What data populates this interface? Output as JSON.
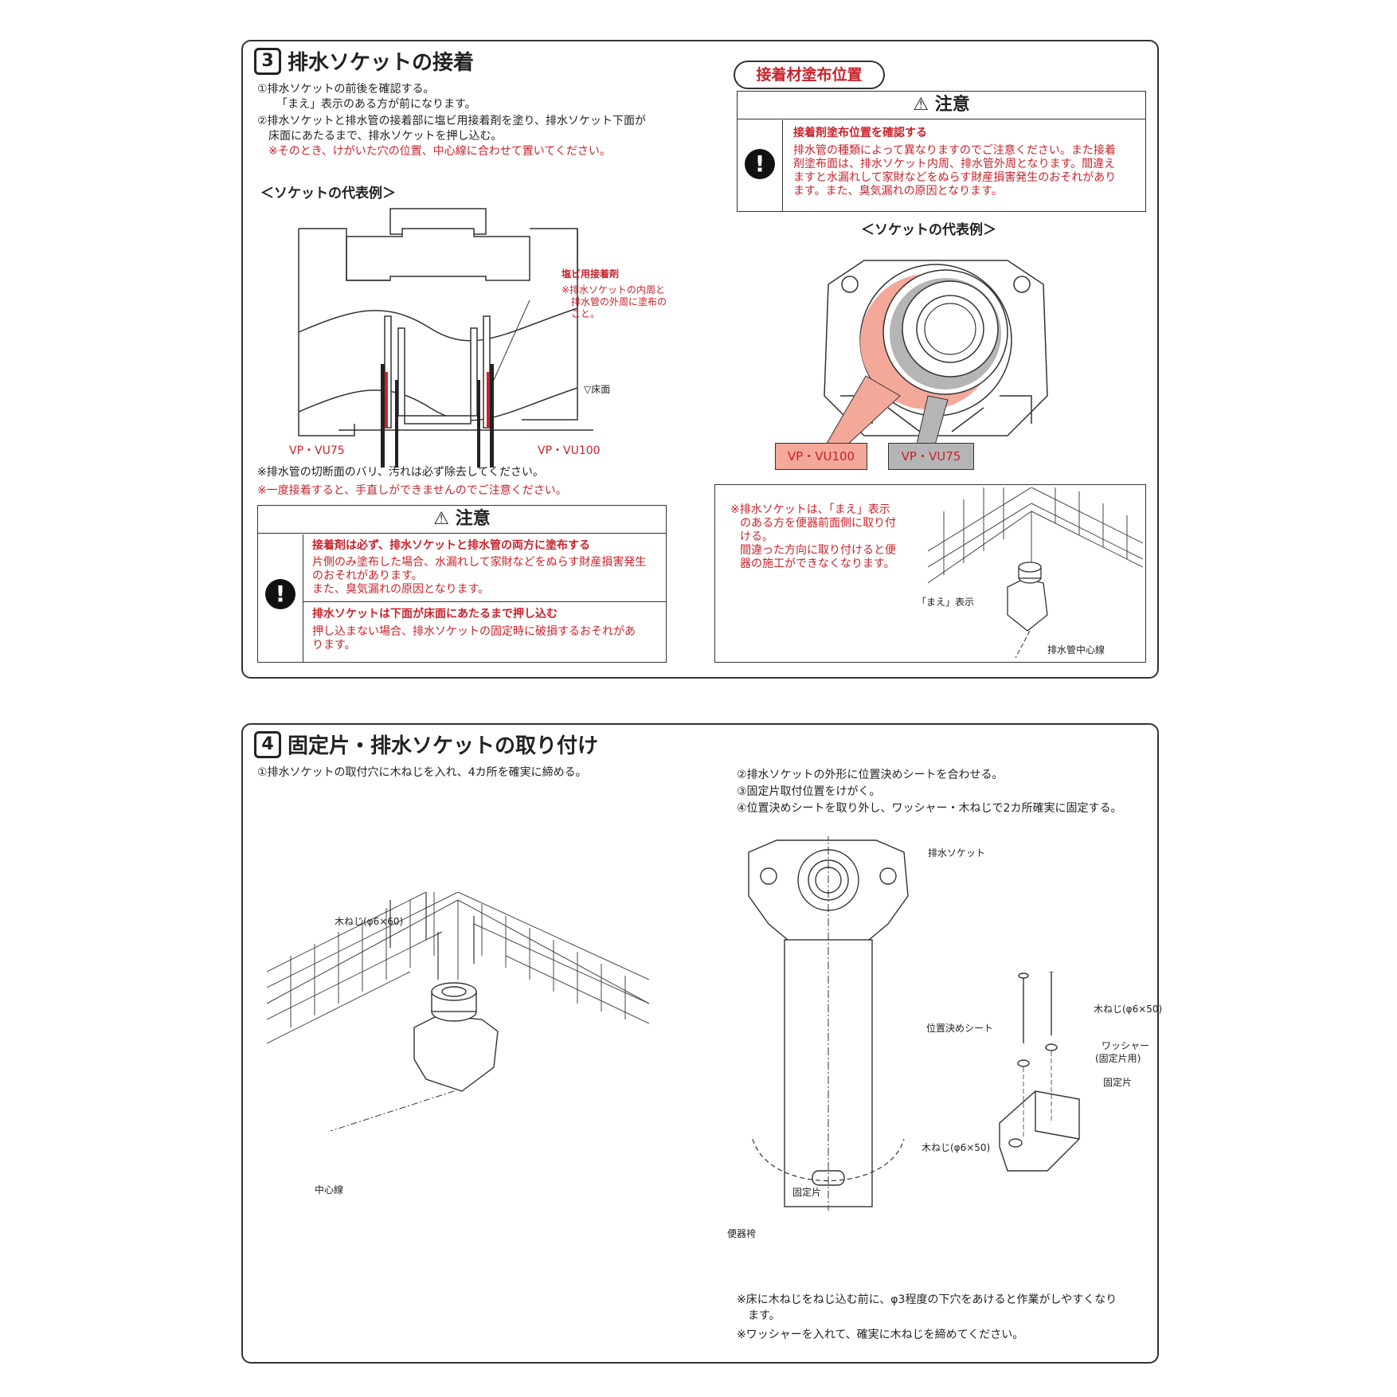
{
  "s3": {
    "num": "3",
    "title": "排水ソケットの接着",
    "steps": [
      "①排水ソケットの前後を確認する。",
      "「まえ」表示のある方が前になります。",
      "②排水ソケットと排水管の接着部に塩ビ用接着剤を塗り、排水ソケット下面が",
      "床面にあたるまで、排水ソケットを押し込む。",
      "※そのとき、けがいた穴の位置、中心線に合わせて置いてください。"
    ],
    "example_title": "＜ソケットの代表例＞",
    "fig_labels": {
      "adhesive": "塩ビ用接着剤",
      "adhesive_note_1": "※排水ソケットの内周と",
      "adhesive_note_2": "排水管の外周に塗布の",
      "adhesive_note_3": "こと。",
      "floor": "▽床面",
      "vp75": "VP・VU75",
      "vp100": "VP・VU100"
    },
    "notes": [
      "※排水管の切断面のバリ、汚れは必ず除去してください。",
      "※一度接着すると、手直しができませんのでご注意ください。"
    ],
    "caution": {
      "header": "注意",
      "item1_title": "接着剤は必ず、排水ソケットと排水管の両方に塗布する",
      "item1_l1": "片側のみ塗布した場合、水漏れして家財などをぬらす財産損害発生",
      "item1_l2": "のおそれがあります。",
      "item1_l3": "また、臭気漏れの原因となります。",
      "item2_title": "排水ソケットは下面が床面にあたるまで押し込む",
      "item2_l1": "押し込まない場合、排水ソケットの固定時に破損するおそれがあ",
      "item2_l2": "ります。"
    },
    "right": {
      "pill": "接着材塗布位置",
      "caution_header": "注意",
      "caution_title": "接着剤塗布位置を確認する",
      "caution_l1": "排水管の種類によって異なりますのでご注意ください。また接着",
      "caution_l2": "剤塗布面は、排水ソケット内周、排水管外周となります。間違え",
      "caution_l3": "ますと水漏れして家財などをぬらす財産損害発生のおそれがあり",
      "caution_l4": "ます。また、臭気漏れの原因となります。",
      "example_title": "＜ソケットの代表例＞",
      "tag100": "VP・VU100",
      "tag75": "VP・VU75",
      "box_l1": "※排水ソケットは、「まえ」表示",
      "box_l2": "のある方を便器前面側に取り付",
      "box_l3": "ける。",
      "box_l4": "間違った方向に取り付けると便",
      "box_l5": "器の施工ができなくなります。",
      "mae_label": "「まえ」表示",
      "center_label": "排水管中心線"
    }
  },
  "s4": {
    "num": "4",
    "title": "固定片・排水ソケットの取り付け",
    "step1": "①排水ソケットの取付穴に木ねじを入れ、4カ所を確実に締める。",
    "step2": "②排水ソケットの外形に位置決めシートを合わせる。",
    "step3": "③固定片取付位置をけがく。",
    "step4": "④位置決めシートを取り外し、ワッシャー・木ねじで2カ所確実に固定する。",
    "fig_left": {
      "screw": "木ねじ(φ6×60)",
      "center": "中心線"
    },
    "fig_right": {
      "socket": "排水ソケット",
      "sheet": "位置決めシート",
      "screw": "木ねじ(φ6×50)",
      "fixing": "固定片",
      "toilet": "便器袴",
      "screw2": "木ねじ(φ6×50)",
      "washer_1": "ワッシャー",
      "washer_2": "(固定片用)",
      "fixing2": "固定片"
    },
    "notes": [
      "※床に木ねじをねじ込む前に、φ3程度の下穴をあけると作業がしやすくなり",
      "ます。",
      "※ワッシャーを入れて、確実に木ねじを締めてください。"
    ]
  },
  "colors": {
    "red": "#c8232c",
    "salmon": "#f4a89a",
    "gray": "#b5b5b5"
  }
}
